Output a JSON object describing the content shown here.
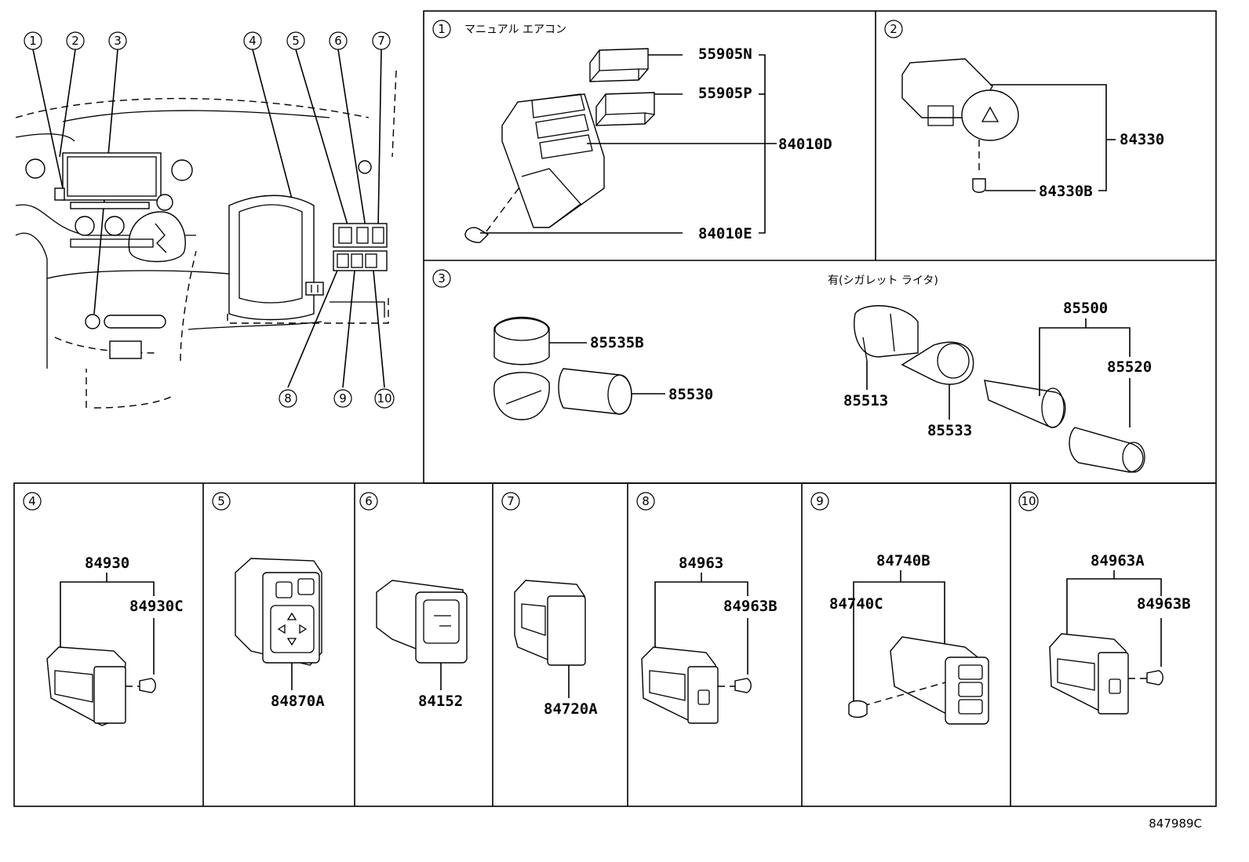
{
  "overview": {
    "callouts": [
      "1",
      "2",
      "3",
      "4",
      "5",
      "6",
      "7",
      "8",
      "9",
      "10"
    ]
  },
  "panels": {
    "p1": {
      "num": "1",
      "title": "マニュアル エアコン",
      "parts": [
        "55905N",
        "55905P",
        "84010D",
        "84010E"
      ]
    },
    "p2": {
      "num": "2",
      "parts": [
        "84330",
        "84330B"
      ]
    },
    "p3": {
      "num": "3",
      "note": "有(シガレット ライタ)",
      "parts": [
        "85535B",
        "85530",
        "85500",
        "85520",
        "85513",
        "85533"
      ]
    },
    "p4": {
      "num": "4",
      "parts": [
        "84930",
        "84930C"
      ]
    },
    "p5": {
      "num": "5",
      "parts": [
        "84870A"
      ]
    },
    "p6": {
      "num": "6",
      "parts": [
        "84152"
      ]
    },
    "p7": {
      "num": "7",
      "parts": [
        "84720A"
      ]
    },
    "p8": {
      "num": "8",
      "parts": [
        "84963",
        "84963B"
      ]
    },
    "p9": {
      "num": "9",
      "parts": [
        "84740B",
        "84740C"
      ]
    },
    "p10": {
      "num": "10",
      "parts": [
        "84963A",
        "84963B"
      ]
    }
  },
  "diagram_code": "847989C"
}
